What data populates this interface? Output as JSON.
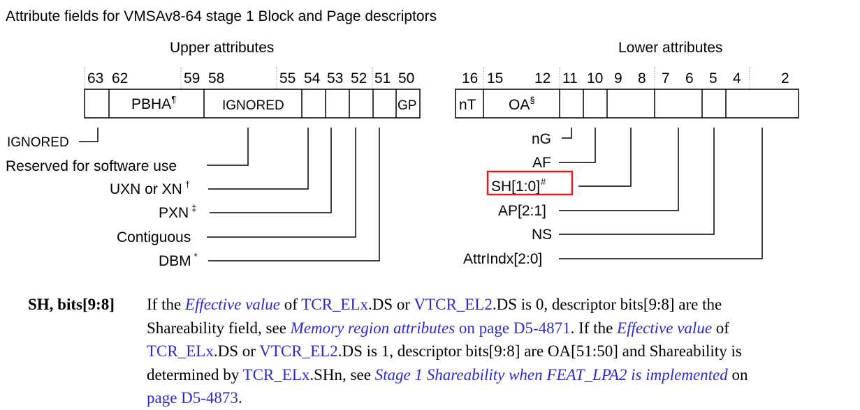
{
  "title": "Attribute fields for VMSAv8-64 stage 1 Block and Page descriptors",
  "upper": {
    "heading": "Upper attributes",
    "bits": [
      "63",
      "62",
      "59",
      "58",
      "55",
      "54",
      "53",
      "52",
      "51",
      "50"
    ],
    "fields": {
      "pbha": "PBHA",
      "pbha_mark": "¶",
      "ignored": "IGNORED",
      "gp": "GP"
    },
    "labels": {
      "ignored": "IGNORED",
      "reserved": "Reserved for software use",
      "uxn": "UXN or XN",
      "uxn_mark": "†",
      "pxn": "PXN",
      "pxn_mark": "‡",
      "contiguous": "Contiguous",
      "dbm": "DBM",
      "dbm_mark": "*"
    }
  },
  "lower": {
    "heading": "Lower attributes",
    "bits": [
      "16",
      "15",
      "12",
      "11",
      "10",
      "9",
      "8",
      "7",
      "6",
      "5",
      "4",
      "2"
    ],
    "fields": {
      "nt": "nT",
      "oa": "OA",
      "oa_mark": "§"
    },
    "labels": {
      "ng": "nG",
      "af": "AF",
      "sh": "SH[1:0]",
      "sh_mark": "#",
      "ap": "AP[2:1]",
      "ns": "NS",
      "attrindx": "AttrIndx[2:0]"
    },
    "highlight_color": "#e01b1b"
  },
  "description": {
    "term": "SH, bits[9:8]",
    "l1a": "If the ",
    "l1b": "Effective value",
    "l1c": " of ",
    "l1d": "TCR_ELx",
    "l1e": ".DS or ",
    "l1f": "VTCR_EL2",
    "l1g": ".DS is 0, descriptor bits[9:8] are the",
    "l2a": "Shareability field, see ",
    "l2b": "Memory region attributes",
    "l2c": " on page D5-4871",
    "l2d": ". If the ",
    "l2e": "Effective value",
    "l2f": " of",
    "l3a": "TCR_ELx",
    "l3b": ".DS or ",
    "l3c": "VTCR_EL2",
    "l3d": ".DS is 1, descriptor bits[9:8] are OA[51:50] and Shareability is",
    "l4a": "determined by ",
    "l4b": "TCR_ELx",
    "l4c": ".SHn, see ",
    "l4d": "Stage 1 Shareability when FEAT_LPA2 is implemented",
    "l4e": " on",
    "l5a": "page D5-4873",
    "l5b": "."
  },
  "colors": {
    "link": "#2a2acf",
    "text": "#000000"
  }
}
